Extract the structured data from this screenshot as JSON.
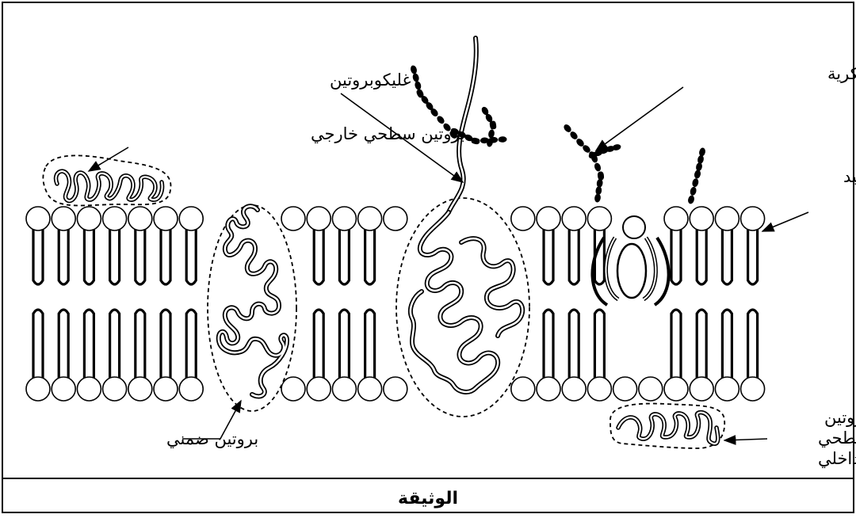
{
  "labels": {
    "glycoprotein": "غليكوبروتين",
    "sugar_chain": "سلسلة سكرية",
    "outer_surface_protein": "بروتين سطحي خارجي",
    "phospholipid": "فوسفوليبيد",
    "integral_protein": "بروتين ضمني",
    "inner_surface_protein_line1": "بروتين",
    "inner_surface_protein_line2": "سطحي",
    "inner_surface_protein_line3": "داخلي"
  },
  "caption": "الوثيقة",
  "colors": {
    "line": "#000000",
    "background": "#ffffff"
  }
}
